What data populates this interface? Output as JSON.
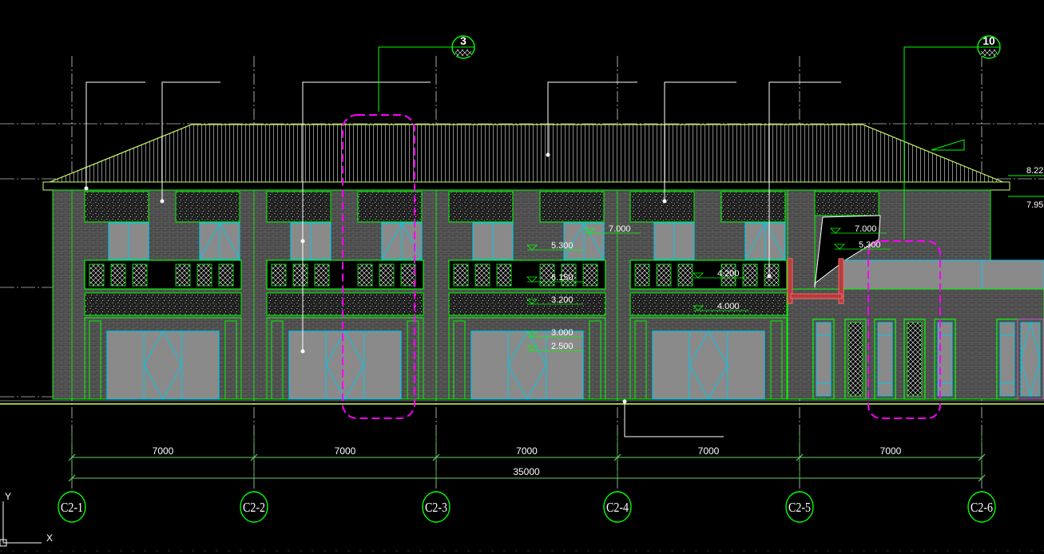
{
  "drawing": {
    "axes": [
      "C2-1",
      "C2-2",
      "C2-3",
      "C2-4",
      "C2-5",
      "C2-6"
    ],
    "bay_dimensions": [
      "7000",
      "7000",
      "7000",
      "7000",
      "7000"
    ],
    "total_dimension": "35000",
    "elevations": [
      "5.300",
      "6.150",
      "3.200",
      "3.000",
      "2.500",
      "7.000",
      "4.200",
      "4.000",
      "7.000",
      "5.300"
    ],
    "edge_elevations": [
      "8.22",
      "7.95"
    ],
    "detail_markers": [
      "3",
      "10"
    ],
    "ucs": {
      "y": "Y",
      "x": "X"
    }
  },
  "colors": {
    "background": "#000000",
    "line_green": "#00ff00",
    "wall_gray": "#555555",
    "glass_gray": "#808080",
    "frame_cyan": "#00c8e6",
    "callout_magenta": "#ff00ff",
    "railing_red": "#c83232",
    "dim_green": "#66cc66"
  }
}
